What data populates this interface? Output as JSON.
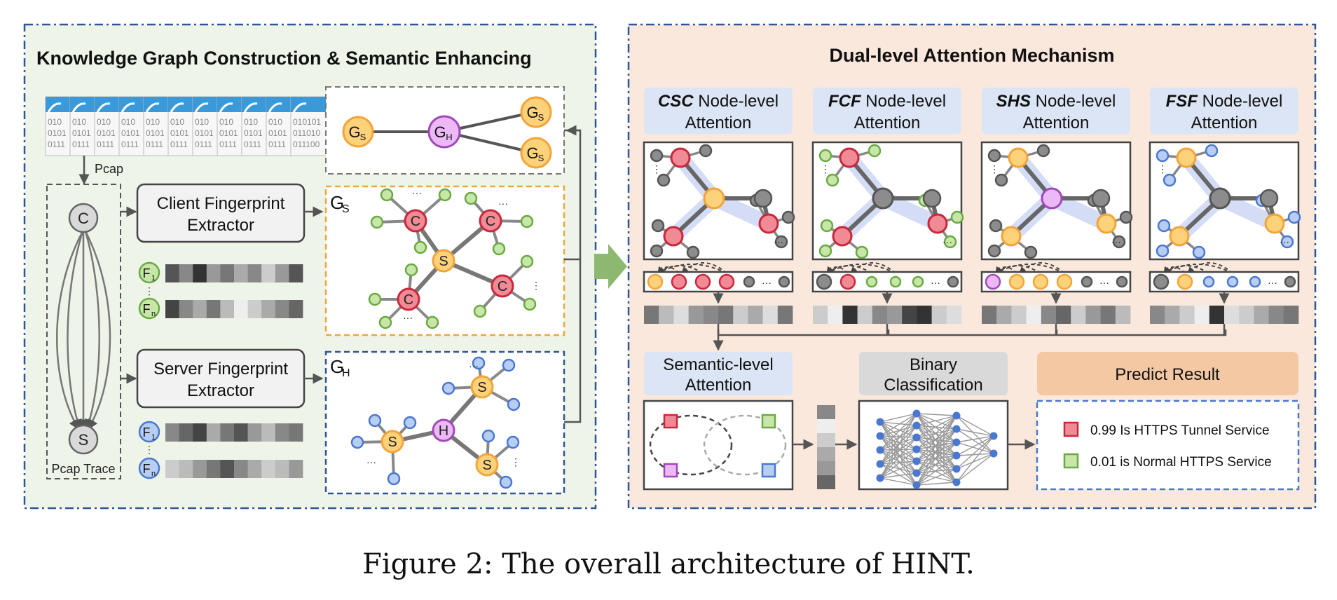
{
  "left": {
    "title": "Knowledge Graph Construction & Semantic Enhancing",
    "pcap_label": "Pcap",
    "pcap_trace_label": "Pcap Trace",
    "client_node": "C",
    "server_node": "S",
    "file_rows": [
      "010",
      "0101",
      "0111"
    ],
    "file_last_rows": [
      "010101",
      "011010",
      "011100"
    ],
    "client_extractor": [
      "Client Fingerprint",
      "Extractor"
    ],
    "server_extractor": [
      "Server Fingerprint",
      "Extractor"
    ],
    "f1_label": "F",
    "f1_sub": "1",
    "fn_label": "F",
    "fn_sub": "n",
    "gs_label": "G",
    "gs_sub": "S",
    "gh_label": "G",
    "gh_sub": "H",
    "node_c": "C",
    "node_s": "S",
    "node_h": "H",
    "ellipsis": "···",
    "vdots": "⋮"
  },
  "right": {
    "title": "Dual-level Attention Mechanism",
    "attention_headers": [
      {
        "bold": "CSC",
        "rest": " Node-level",
        "line2": "Attention"
      },
      {
        "bold": "FCF",
        "rest": " Node-level",
        "line2": "Attention"
      },
      {
        "bold": "SHS",
        "rest": " Node-level",
        "line2": "Attention"
      },
      {
        "bold": "FSF",
        "rest": " Node-level",
        "line2": "Attention"
      }
    ],
    "semantic_header": [
      "Semantic-level",
      "Attention"
    ],
    "binary_header": [
      "Binary",
      "Classification"
    ],
    "predict_header": "Predict Result",
    "results": [
      {
        "text": "0.99 Is HTTPS Tunnel Service",
        "color": "#d0314a"
      },
      {
        "text": "0.01 is Normal HTTPS Service",
        "color": "#7cb85a"
      }
    ],
    "ellipsis": "···"
  },
  "colors": {
    "left_bg": "#eef4e8",
    "right_bg": "#fbe8dc",
    "panel_border": "#2f5597",
    "orange": "#f3a43a",
    "orange_fill": "#fdd27a",
    "red": "#c8283c",
    "red_fill": "#f08a94",
    "green": "#6aaa44",
    "green_fill": "#c8e6a8",
    "blue": "#4a78d0",
    "blue_fill": "#b8cdf2",
    "purple": "#a04ab8",
    "purple_fill": "#ecb8f5",
    "gray": "#8a8a8a",
    "attn_header": "#dbe5f5",
    "binary_header": "#d9d9d9",
    "predict_header": "#f5c8a4"
  },
  "caption": "Figure 2: The overall architecture of HINT."
}
